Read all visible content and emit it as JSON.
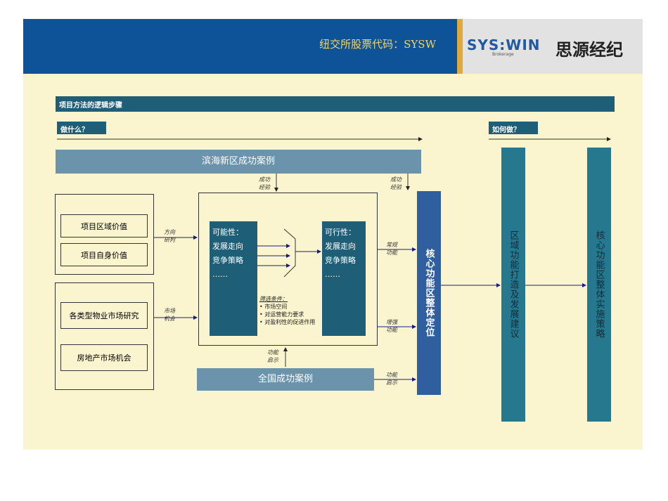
{
  "header": {
    "stock_code": "纽交所股票代码：SYSW",
    "logo_en": "SYS:WIN",
    "logo_sub": "Brokerage",
    "logo_cn": "思源经纪"
  },
  "diagram": {
    "title": "项目方法的逻辑步骤",
    "what_label": "做什么？",
    "how_label": "如何做？",
    "binhai_case": "滨海新区成功案例",
    "national_case": "全国成功案例",
    "left_boxes": [
      "项目区域价值",
      "项目自身价值",
      "各类型物业市场研究",
      "房地产市场机会"
    ],
    "possibility": [
      "可能性：",
      "发展走向",
      "竞争策略",
      "……"
    ],
    "feasibility": [
      "可行性：",
      "发展走向",
      "竞争策略",
      "……"
    ],
    "filter": {
      "title": "筛选条件：",
      "items": [
        "市场空间",
        "对运营能力要求",
        "对盈利性的促进作用"
      ]
    },
    "small_labels": {
      "direction": "方向研判",
      "market": "市场机会",
      "success_exp_1": "成功经验",
      "success_exp_2": "成功经验",
      "regular": "常规功能",
      "enhanced": "增强功能",
      "func_hint_1": "功能启示",
      "func_hint_2": "功能启示"
    },
    "core_positioning": "核心功能区整体定位",
    "area_build": "区域功能打造及发展建议",
    "core_strategy": "核心功能区整体实施策略"
  }
}
